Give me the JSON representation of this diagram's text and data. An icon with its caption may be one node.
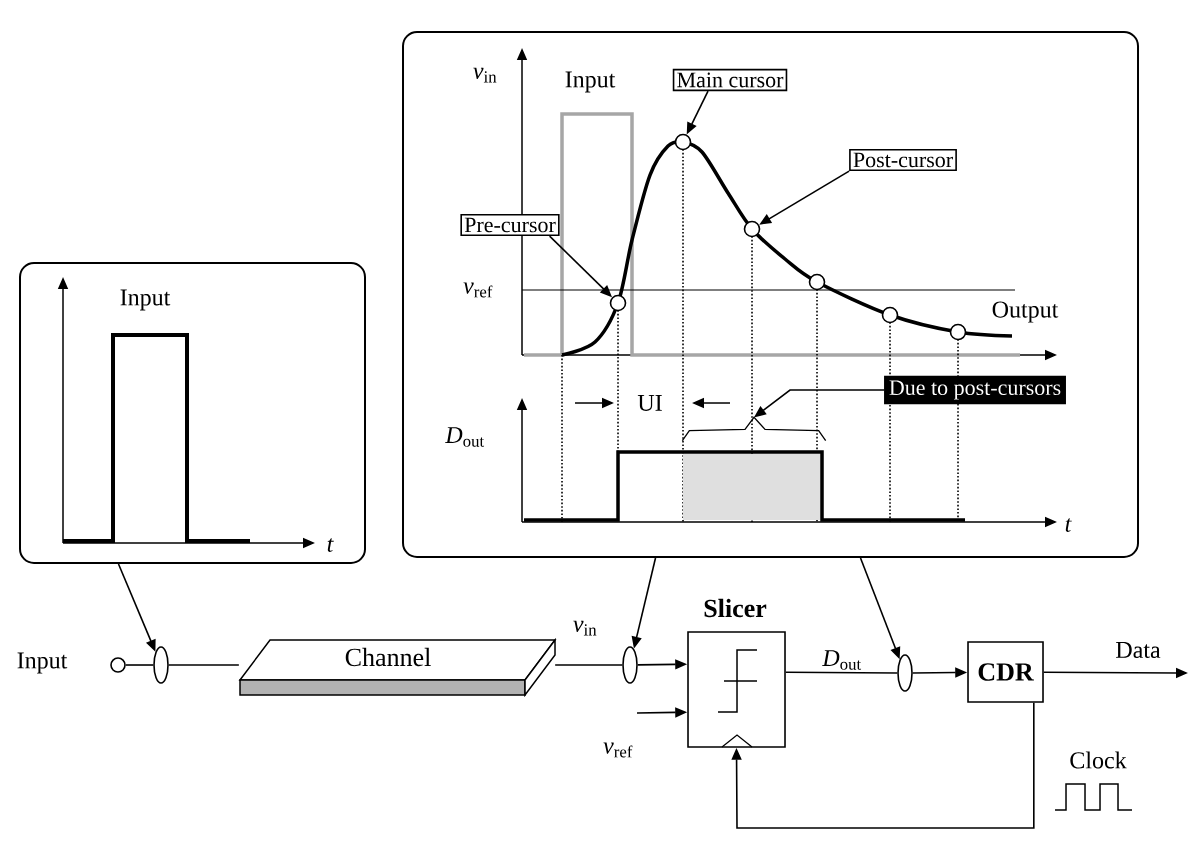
{
  "diagram": {
    "nodes": [
      {
        "text": [
          "Input",
          "t"
        ]
      },
      {
        "text": [
          "*v*$_{in}$",
          "Input",
          "*v*$_{ref}$",
          "Output",
          "UI",
          "*D*$_{out}$",
          "t"
        ]
      },
      {
        "text": [
          "Main cursor"
        ],
        "in": 1
      },
      {
        "text": [
          "Post-cursor"
        ],
        "in": 1
      },
      {
        "text": [
          "Pre-cursor"
        ],
        "in": 1
      },
      {
        "text": [
          "Due to post-cursors"
        ],
        "in": 1
      },
      {
        "text": [],
        "shape": "circle",
        "in": 1
      },
      {
        "text": [],
        "shape": "circle",
        "in": 1
      },
      {
        "text": [],
        "shape": "circle",
        "in": 1
      },
      {
        "text": [],
        "shape": "circle",
        "in": 1
      },
      {
        "text": [],
        "shape": "circle",
        "in": 1
      },
      {
        "text": [],
        "shape": "circle",
        "in": 1
      },
      {
        "text": [],
        "shape": "brace",
        "in": 1
      },
      {
        "text": [],
        "shape": "circle",
        "beside": [
          "Input"
        ]
      },
      {
        "text": [],
        "shape": "ellipse"
      },
      {
        "text": [
          "Channel"
        ]
      },
      {
        "text": [],
        "shape": "ellipse"
      },
      {
        "text": [
          "Slicer"
        ]
      },
      {
        "text": [],
        "shape": "ellipse"
      },
      {
        "text": [
          "CDR"
        ]
      }
    ],
    "edges": [
      {
        "from": 0,
        "to": 14,
        "arrow": "to"
      },
      {
        "from": 1,
        "to": 16,
        "arrow": "to"
      },
      {
        "from": 1,
        "to": 18,
        "arrow": "to"
      },
      {
        "from": 2,
        "to": 7,
        "arrow": "to"
      },
      {
        "from": 3,
        "to": 8,
        "arrow": "to"
      },
      {
        "from": 4,
        "to": 6,
        "arrow": "to"
      },
      {
        "from": 5,
        "to": 12,
        "arrow": "to"
      },
      {
        "from": 13,
        "to": 14,
        "arrow": "none"
      },
      {
        "from": 14,
        "to": 15,
        "arrow": "none"
      },
      {
        "from": 15,
        "to": 16,
        "arrow": "none"
      },
      {
        "from": 16,
        "to": 17,
        "arrow": "to",
        "label": "*v*$_{in}$"
      },
      {
        "from": null,
        "to": 17,
        "arrow": "to",
        "label": "*v*$_{ref}$"
      },
      {
        "from": 17,
        "to": 18,
        "arrow": "none",
        "label": "*D*$_{out}$"
      },
      {
        "from": 18,
        "to": 19,
        "arrow": "to"
      },
      {
        "from": 19,
        "to": null,
        "arrow": "to",
        "label": "Data"
      },
      {
        "from": 19,
        "to": 17,
        "arrow": "to",
        "label": "Clock"
      }
    ]
  }
}
